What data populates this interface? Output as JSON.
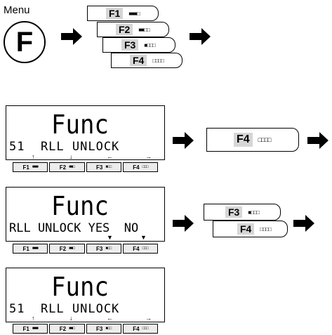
{
  "menu": {
    "label": "Menu",
    "key": "F"
  },
  "tabs": [
    {
      "name": "F1",
      "indicator": "■■■□"
    },
    {
      "name": "F2",
      "indicator": "■■□□"
    },
    {
      "name": "F3",
      "indicator": "■□□□"
    },
    {
      "name": "F4",
      "indicator": "□□□□"
    }
  ],
  "lcd1": {
    "title": "Func",
    "line1": "51  RLL UNLOCK",
    "marks": [
      "↑",
      "↓",
      "←",
      "→"
    ]
  },
  "lcd2": {
    "title": "Func",
    "line1": "RLL UNLOCK YES  NO",
    "marks": [
      "▼",
      "▼"
    ]
  },
  "lcd3": {
    "title": "Func",
    "line1": "51  RLL UNLOCK",
    "marks": [
      "↑",
      "↓",
      "←",
      "→"
    ]
  },
  "keys": [
    {
      "name": "F1",
      "indicator": "■■■"
    },
    {
      "name": "F2",
      "indicator": "■■□"
    },
    {
      "name": "F3",
      "indicator": "■□□"
    },
    {
      "name": "F4",
      "indicator": "□□□"
    }
  ]
}
